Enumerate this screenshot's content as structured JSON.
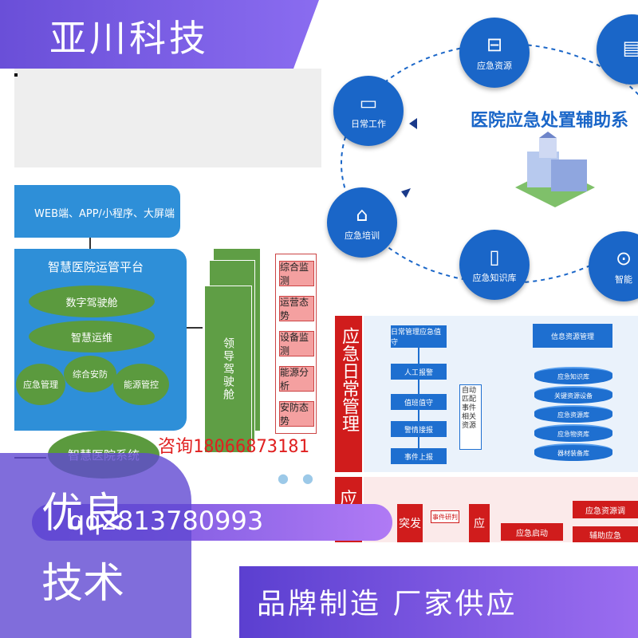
{
  "banner": {
    "title": "亚川科技"
  },
  "left_diagram": {
    "top_bar": "WEB端、APP/小程序、大屏端",
    "platform_title": "智慧医院运管平台",
    "ovals": [
      "数字驾驶舱",
      "智慧运维",
      "应急管理",
      "综合安防",
      "能源管控"
    ],
    "cockpit": "领导驾驶舱",
    "monitors": [
      "综合监测",
      "运营态势",
      "设备监测",
      "能源分析",
      "安防态势"
    ],
    "hospital_system": "智慧医院系统"
  },
  "contact": {
    "phone": "咨询18066873181",
    "qq": "qq2813780993"
  },
  "badge": {
    "line1": "优良",
    "line2": "技术"
  },
  "slogan": "品牌制造  厂家供应",
  "right_diagram": {
    "title": "医院应急处置辅助系",
    "circles": [
      "日常工作",
      "应急资源",
      "应急培训",
      "应急知识库",
      "智能"
    ],
    "side_label_1": "应急日常管理",
    "side_label_2": "应",
    "flow": [
      "日常管理应急值守",
      "人工报警",
      "值班值守",
      "警情接报",
      "事件上报"
    ],
    "auto_box": "自动匹配事件相关资源",
    "info_header": "信息资源管理",
    "db": [
      "应急知识库",
      "关键资源设备",
      "应急资源库",
      "应急物资库",
      "器材装备库"
    ],
    "bottom": [
      "突发",
      "事件研判",
      "应",
      "应急启动",
      "应急资源调",
      "辅助应急"
    ]
  }
}
